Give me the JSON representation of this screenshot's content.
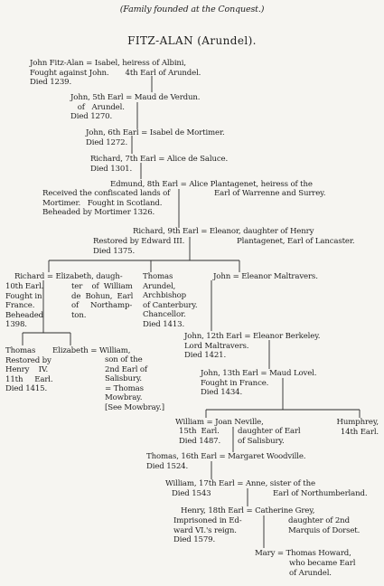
{
  "header": "(Family founded at the Conquest.)",
  "title": "FITZ-ALAN (Arundel).",
  "entries": {
    "john_fitz_alan": "John Fitz-Alan = Isabel, heiress of Albini,\nFought against John.       4th Earl of Arundel.\nDied 1239.",
    "john_5th": "John, 5th Earl = Maud de Verdun.\n   of   Arundel.\nDied 1270.",
    "john_6th": "John, 6th Earl = Isabel de Mortimer.\nDied 1272.",
    "richard_7th": "Richard, 7th Earl = Alice de Saluce.\nDied 1301.",
    "edmund_8th_a": "Edmund, 8th Earl = Alice Plantagenet, heiress of the",
    "edmund_8th_b": "Received the confiscated lands of\nMortimer.   Fought in Scotland.\nBeheaded by Mortimer 1326.",
    "edmund_8th_c": "Earl of Warrenne and Surrey.",
    "richard_9th_a": "Richard, 9th Earl = Eleanor, daughter of Henry",
    "richard_9th_b": "Restored by Edward III.\nDied 1375.",
    "richard_9th_c": "Plantagenet, Earl of Lancaster.",
    "richard_10th_a": "Richard = Elizabeth, daugh-",
    "richard_10th_b": "10th Earl.\nFought in\nFrance.\nBeheaded\n1398.",
    "elizabeth_bohun": "ter    of  William\nde  Bohun,  Earl\nof     Northamp-\nton.",
    "thomas_arundel": "Thomas\nArundel,\nArchbishop\nof Canterbury.\nChancellor.\nDied 1413.",
    "john_eleanor_maltravers": "John = Eleanor Maltravers.",
    "thomas_11th": "Thomas\nRestored by\nHenry    IV.\n11th     Earl.\nDied 1415.",
    "elizabeth_william_a": "Elizabeth = William,",
    "elizabeth_william_b": "son of the\n2nd Earl of\nSalisbury.\n= Thomas\nMowbray.\n[See Mowbray.]",
    "john_12th": "John, 12th Earl = Eleanor Berkeley.\nLord Maltravers.\nDied 1421.",
    "john_13th": "John, 13th Earl = Maud Lovel.\nFought in France.\nDied 1434.",
    "william_15th_a": "William = Joan Neville,",
    "william_15th_b": "15th  Earl.\nDied 1487.",
    "william_15th_c": "daughter of Earl\nof Salisbury.",
    "humphrey_14th": "Humphrey,\n14th Earl.",
    "thomas_16th": "Thomas, 16th Earl = Margaret Woodville.\nDied 1524.",
    "william_17th_a": "William, 17th Earl = Anne, sister of the",
    "william_17th_b": "Died 1543",
    "william_17th_c": "Earl of Northumberland.",
    "henry_18th_a": "Henry, 18th Earl = Catherine Grey,",
    "henry_18th_b": "Imprisoned in Ed-\nward VI.'s reign.\nDied 1579.",
    "henry_18th_c": "daughter of 2nd\nMarquis of Dorset.",
    "mary_a": "Mary = Thomas Howard,",
    "mary_b": "who became Earl\nof Arundel."
  }
}
